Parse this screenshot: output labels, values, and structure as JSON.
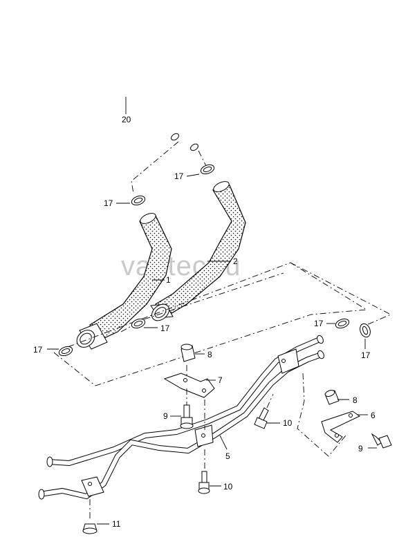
{
  "watermark": "vagtec.ru",
  "callouts": {
    "c20": "20",
    "c17a": "17",
    "c17b": "17",
    "c17c": "17",
    "c17d": "17",
    "c17e": "17",
    "c17f": "17",
    "c2": "2",
    "c1": "1",
    "c8a": "8",
    "c7": "7",
    "c9a": "9",
    "c10a": "10",
    "c5": "5",
    "c8b": "8",
    "c6": "6",
    "c9b": "9",
    "c10b": "10",
    "c11": "11"
  }
}
